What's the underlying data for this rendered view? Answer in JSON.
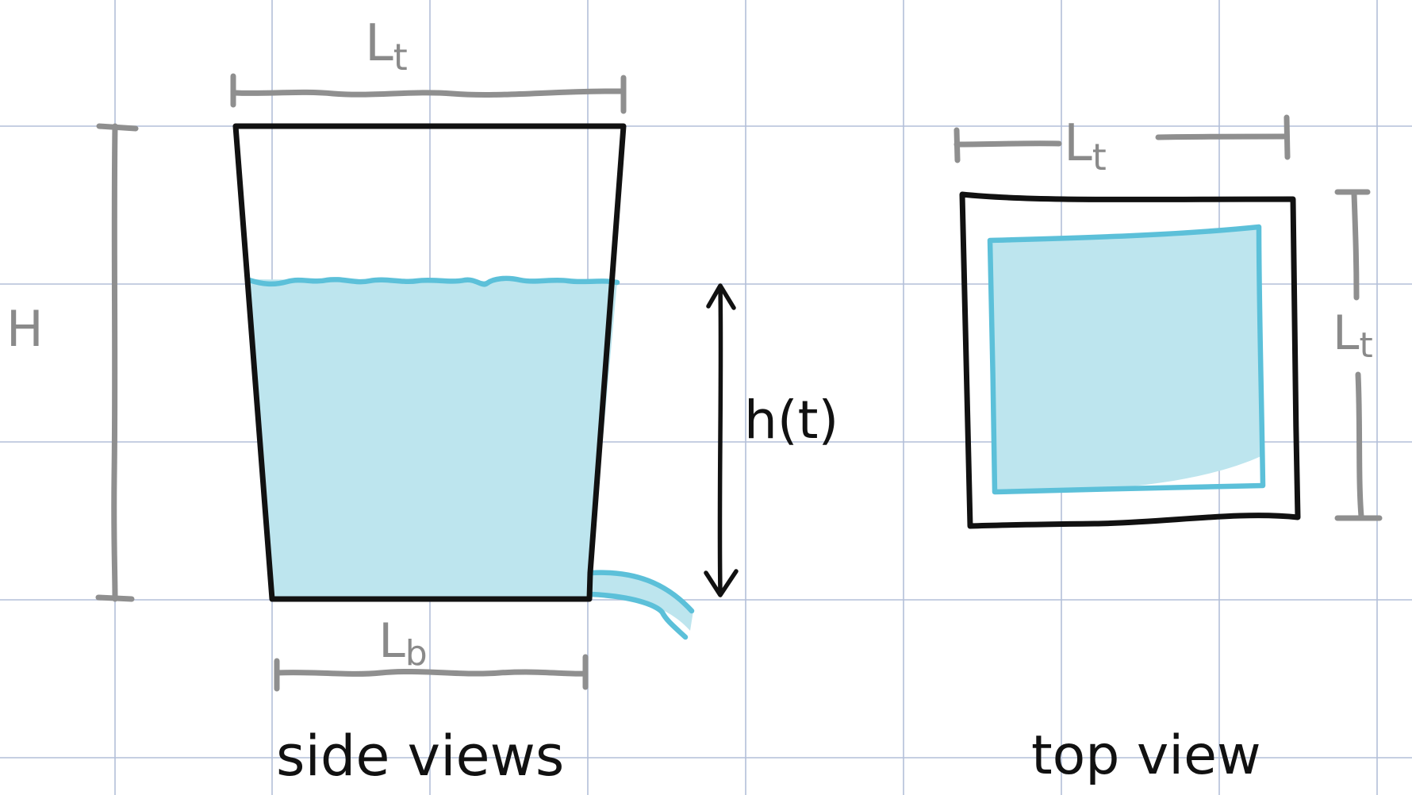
{
  "labels": {
    "side_top_width": {
      "main": "L",
      "sub": "t"
    },
    "side_bottom_width": {
      "main": "L",
      "sub": "b"
    },
    "tank_height": "H",
    "water_height": "h(t)",
    "top_view_width": {
      "main": "L",
      "sub": "t"
    },
    "top_view_depth": {
      "main": "L",
      "sub": "t"
    },
    "side_caption": "side views",
    "top_caption": "top view"
  },
  "colors": {
    "grid": "#b3bfd9",
    "outline": "#111111",
    "dimension": "#8f8f8f",
    "water_fill": "#bde5ee",
    "water_line": "#5cc0d9"
  }
}
